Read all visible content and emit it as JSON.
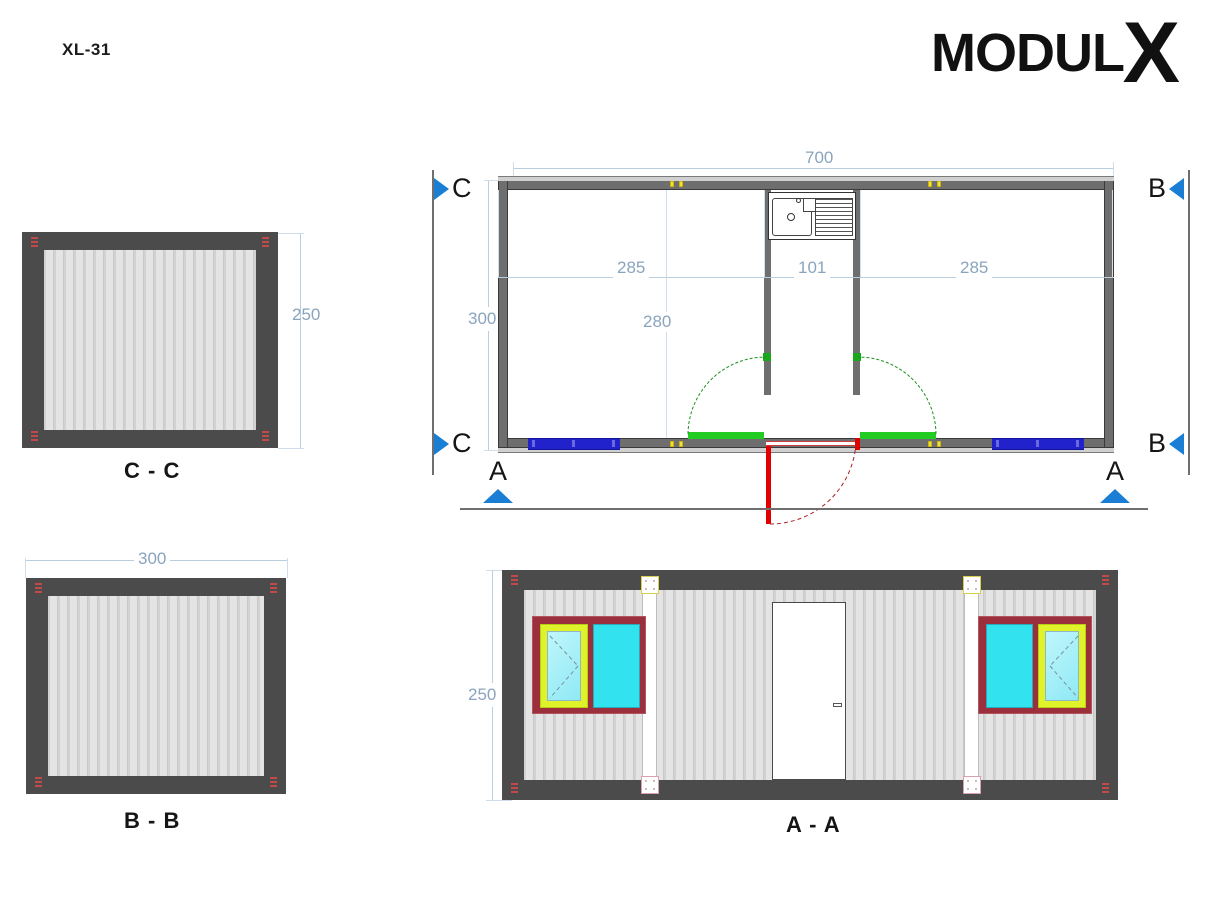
{
  "sheet": {
    "drawing_code": "XL-31",
    "background_color": "#ffffff"
  },
  "logo": {
    "text": "MODUL",
    "x_mark": "X",
    "color": "#111111"
  },
  "colors": {
    "dimension_text": "#8aa4bd",
    "dimension_line": "#b9cfe0",
    "section_marker": "#1a7fd4",
    "wall": "#6e6e6e",
    "frame_dark": "#4b4b4b",
    "panel": "#dcdcdc",
    "door_interior": "#22cc22",
    "door_exterior": "#e00000",
    "window_plan": "#2222cc",
    "window_glass": "#33e2ef",
    "window_frame": "#9b2f3c",
    "window_sash": "#dff22a",
    "connector": "#f2e23a",
    "corner_mark": "#c24a4a"
  },
  "views": {
    "plan": {
      "name": "floor-plan",
      "dimensions": {
        "overall_width": "700",
        "overall_depth": "300",
        "left_room_width": "285",
        "kitchen_width": "101",
        "right_room_width": "285",
        "inner_depth": "280"
      },
      "section_markers": [
        {
          "letter": "C",
          "position": "top-left",
          "direction": "right"
        },
        {
          "letter": "C",
          "position": "bottom-left",
          "direction": "right"
        },
        {
          "letter": "B",
          "position": "top-right",
          "direction": "left"
        },
        {
          "letter": "B",
          "position": "bottom-right",
          "direction": "left"
        },
        {
          "letter": "A",
          "position": "bottom-left",
          "direction": "up"
        },
        {
          "letter": "A",
          "position": "bottom-right",
          "direction": "up"
        }
      ],
      "fixtures": {
        "sink": "kitchen-sink-with-drainboard"
      },
      "openings": {
        "interior_doors": 2,
        "exterior_doors": 1,
        "windows": 2
      }
    },
    "section_cc": {
      "label": "C - C",
      "height": "250"
    },
    "section_bb": {
      "label": "B - B",
      "width": "300"
    },
    "elevation_aa": {
      "label": "A - A",
      "height": "250",
      "windows": 2,
      "doors": 1
    }
  }
}
